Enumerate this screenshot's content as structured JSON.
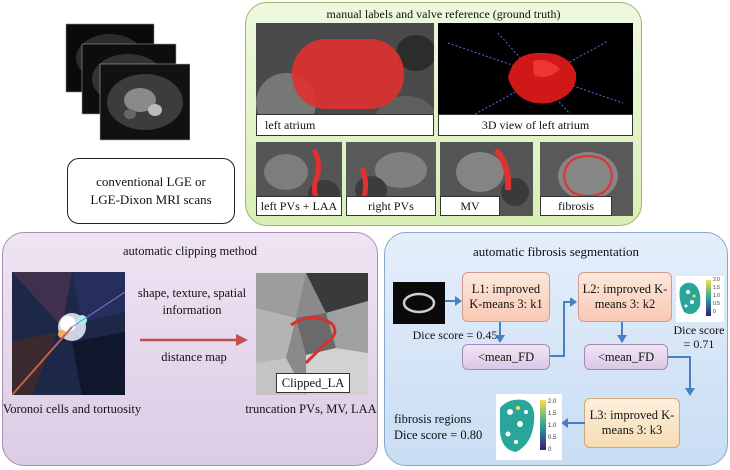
{
  "top_left": {
    "caption": "conventional LGE or LGE-Dixon MRI scans"
  },
  "ground_truth": {
    "title": "manual labels and valve reference (ground truth)",
    "labels": {
      "left_atrium": "left atrium",
      "view3d": "3D view of left atrium",
      "pvs_laa": "left PVs + LAA",
      "right_pvs": "right PVs",
      "mv": "MV",
      "fibrosis": "fibrosis"
    }
  },
  "clipping": {
    "title": "automatic clipping method",
    "arrow_text": "shape, texture, spatial information",
    "distance_map": "distance map",
    "left_caption": "Voronoi cells and tortuosity",
    "right_caption": "truncation PVs, MV, LAA",
    "clipped_label": "Clipped_LA"
  },
  "segmentation": {
    "title": "automatic fibrosis segmentation",
    "l1": "L1: improved K-means 3: k1",
    "l2": "L2: improved K-means 3: k2",
    "l3": "L3: improved K-means 3: k3",
    "mean_fd_1": "<mean_FD",
    "mean_fd_2": "<mean_FD",
    "dice1": "Dice score = 0.45",
    "dice2": "Dice score = 0.71",
    "dice3": "Dice score = 0.80",
    "fibrosis_regions": "fibrosis regions",
    "colorbar_ticks": [
      "2.0",
      "1.5",
      "1.0",
      "0.5",
      "0"
    ],
    "colorbar_ticks_large": [
      "2.0",
      "1.5",
      "1.0",
      "0.5",
      "0"
    ]
  },
  "colors": {
    "green_panel": "#e8f5cf",
    "purple_panel": "#e9dcef",
    "blue_panel": "#d6e6f8",
    "arrow_blue": "#4a7fc4",
    "arrow_red": "#c0504d",
    "label_red": "#e03030"
  }
}
